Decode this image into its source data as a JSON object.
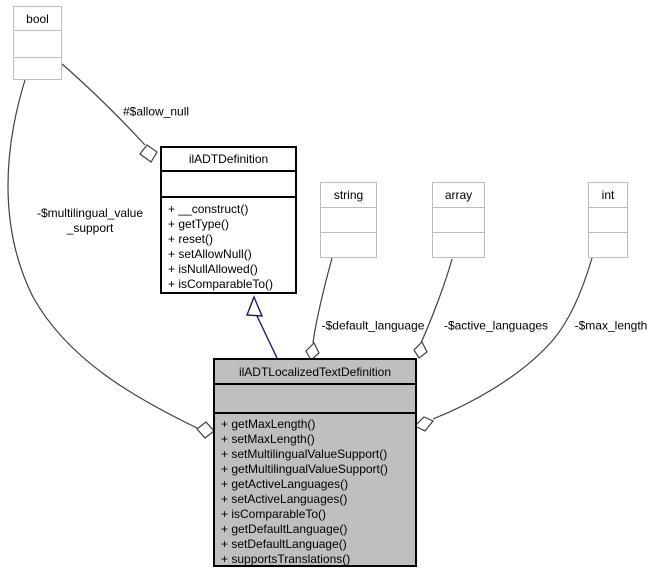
{
  "colors": {
    "background": "#ffffff",
    "edge": "#404040",
    "inheritance": "#191970",
    "highlight_fill": "#bfbfbf",
    "type_box_border": "#bdbdbd",
    "class_box_border": "#000000"
  },
  "type_boxes": {
    "bool": {
      "title": "bool"
    },
    "string": {
      "title": "string"
    },
    "array": {
      "title": "array"
    },
    "int": {
      "title": "int"
    }
  },
  "classes": {
    "base": {
      "title": "ilADTDefinition",
      "methods": [
        "+ __construct()",
        "+ getType()",
        "+ reset()",
        "+ setAllowNull()",
        "+ isNullAllowed()",
        "+ isComparableTo()"
      ]
    },
    "derived": {
      "title": "ilADTLocalizedTextDefinition",
      "methods": [
        "+ getMaxLength()",
        "+ setMaxLength()",
        "+ setMultilingualValueSupport()",
        "+ getMultilingualValueSupport()",
        "+ getActiveLanguages()",
        "+ setActiveLanguages()",
        "+ isComparableTo()",
        "+ getDefaultLanguage()",
        "+ setDefaultLanguage()",
        "+ supportsTranslations()"
      ]
    }
  },
  "edge_labels": {
    "allow_null": "#$allow_null",
    "multilingual_value_support_line1": "-$multilingual_value",
    "multilingual_value_support_line2": "_support",
    "default_language": "-$default_language",
    "active_languages": "-$active_languages",
    "max_length": "-$max_length"
  }
}
